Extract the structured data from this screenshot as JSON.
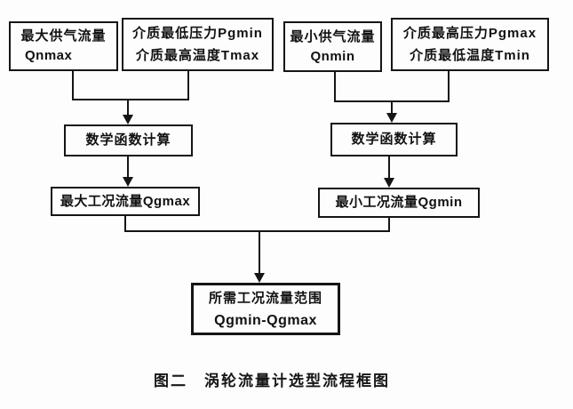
{
  "colors": {
    "background": "#fdfdfd",
    "line": "#151515",
    "text": "#111111"
  },
  "flowchart": {
    "nodes": {
      "max_supply_flow": {
        "line1": "最大供气流量",
        "line2": "Qnmax"
      },
      "min_pressure_max_temp": {
        "line1": "介质最低压力Pgmin",
        "line2": "介质最高温度Tmax"
      },
      "min_supply_flow": {
        "line1": "最小供气流量",
        "line2": "Qnmin"
      },
      "max_pressure_min_temp": {
        "line1": "介质最高压力Pgmax",
        "line2": "介质最低温度Tmin"
      },
      "math_calc_left": {
        "label": "数学函数计算"
      },
      "math_calc_right": {
        "label": "数学函数计算"
      },
      "max_working_flow": {
        "label": "最大工况流量Qgmax"
      },
      "min_working_flow": {
        "label": "最小工况流量Qgmin"
      },
      "required_range": {
        "line1": "所需工况流量范围",
        "line2": "Qgmin-Qgmax"
      }
    }
  },
  "caption": "图二　涡轮流量计选型流程框图"
}
